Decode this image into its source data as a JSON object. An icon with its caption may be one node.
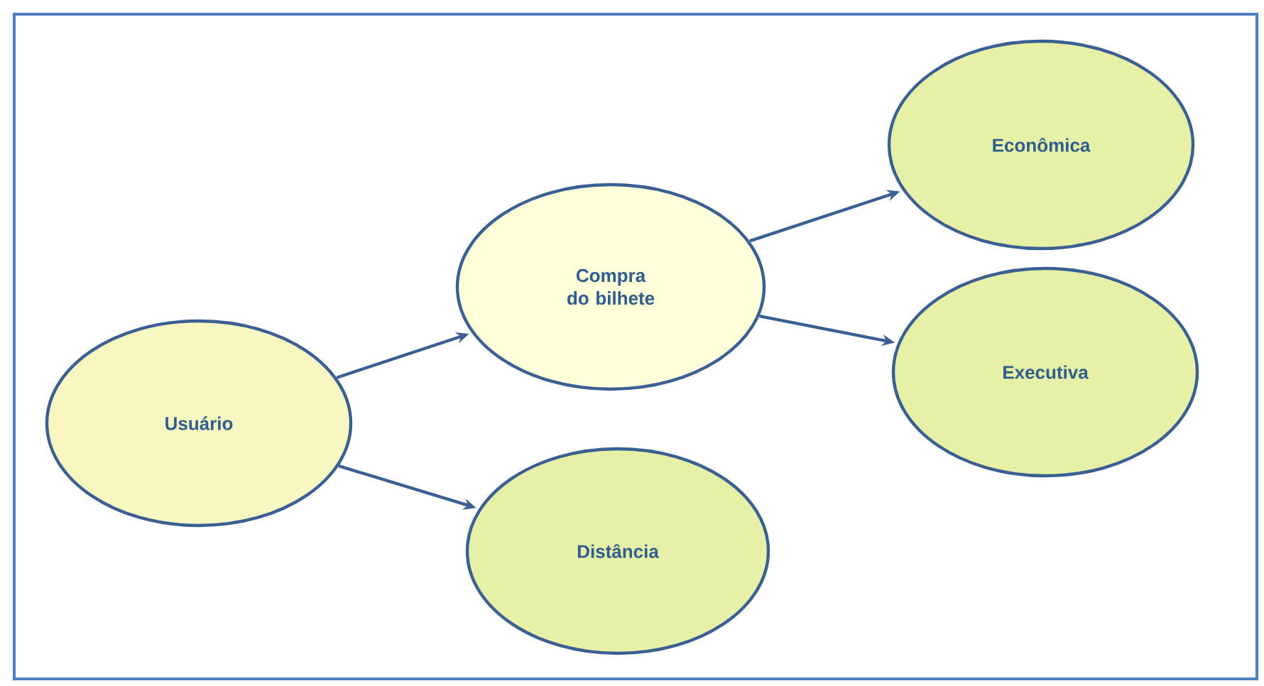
{
  "diagram": {
    "nodes": [
      {
        "text": [
          "Usuário"
        ]
      },
      {
        "text": [
          "Compra do bilhete"
        ]
      },
      {
        "text": [
          "Distância"
        ]
      },
      {
        "text": [
          "Econômica"
        ]
      },
      {
        "text": [
          "Executiva"
        ]
      }
    ],
    "edges": [
      {
        "from": 0,
        "to": 1,
        "arrow": "to"
      },
      {
        "from": 0,
        "to": 2,
        "arrow": "to"
      },
      {
        "from": 1,
        "to": 3,
        "arrow": "to"
      },
      {
        "from": 1,
        "to": 4,
        "arrow": "to"
      }
    ]
  }
}
